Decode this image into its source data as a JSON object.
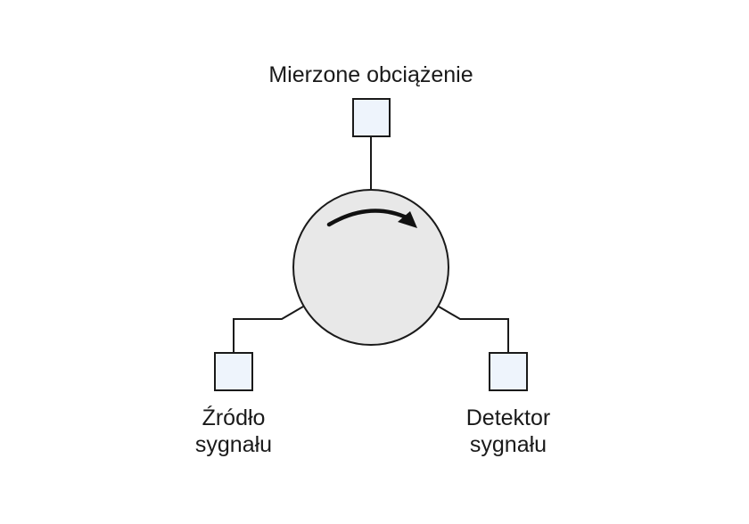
{
  "labels": {
    "top": "Mierzone obciążenie",
    "left_line1": "Źródło",
    "left_line2": "sygnału",
    "right_line1": "Detektor",
    "right_line2": "sygnału"
  },
  "colors": {
    "circulator_fill": "#e8e8e8",
    "port_fill": "#eef4fc",
    "stroke": "#1a1a1a"
  },
  "icons": {
    "rotation": "clockwise-arrow-icon"
  }
}
